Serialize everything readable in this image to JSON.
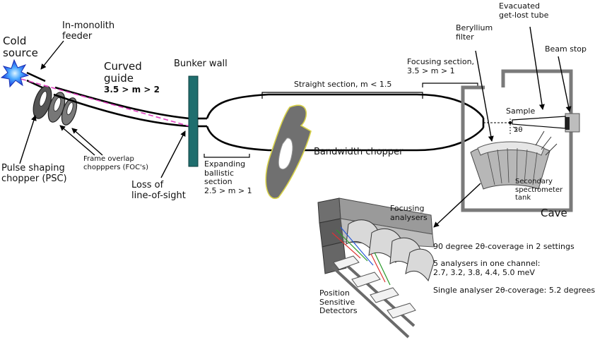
{
  "labels": {
    "cold_source": [
      "Cold",
      "source"
    ],
    "in_monolith": [
      "In-monolith",
      "feeder"
    ],
    "curved_guide": [
      "Curved",
      "guide"
    ],
    "curved_m": "3.5 > m > 2",
    "bunker_wall": "Bunker wall",
    "straight_section": "Straight section, m < 1.5",
    "focusing_section": [
      "Focusing section,",
      "3.5 > m > 1"
    ],
    "beryllium": [
      "Beryllium",
      "filter"
    ],
    "evacuated": [
      "Evacuated",
      "get-lost tube"
    ],
    "beam_stop": "Beam stop",
    "sample": "Sample",
    "two_theta": "2θ",
    "frame_overlap": [
      "Frame overlap",
      "chopppers (FOC's)"
    ],
    "pulse_shaping": [
      "Pulse shaping",
      "chopper (PSC)"
    ],
    "loss_los": [
      "Loss of",
      "line-of-sight"
    ],
    "expanding": [
      "Expanding",
      "ballistic",
      "section",
      "2.5 > m > 1"
    ],
    "bandwidth": "Bandwidth chopper",
    "secondary": [
      "Secondary",
      "spectrometer",
      "tank"
    ],
    "cave": "Cave",
    "focusing_analysers": [
      "Focusing",
      "analysers"
    ],
    "psd": [
      "Position",
      "Sensitive",
      "Detectors"
    ],
    "info1": "90 degree 2θ-coverage in 2 settings",
    "info2": [
      "5 analysers in one channel:",
      "2.7, 3.2, 3.8, 4.4, 5.0 meV"
    ],
    "info3": "Single analyser 2θ-coverage: 5.2 degrees"
  },
  "colors": {
    "bunker_wall": "#1f6e6e",
    "cold_source_fill": "#2244ee",
    "line_of_sight": "#e040c0",
    "cave_wall": "#7a7a7a",
    "chopper_disc": "#6b6b6b",
    "chopper_edge": "#d8d24a"
  }
}
